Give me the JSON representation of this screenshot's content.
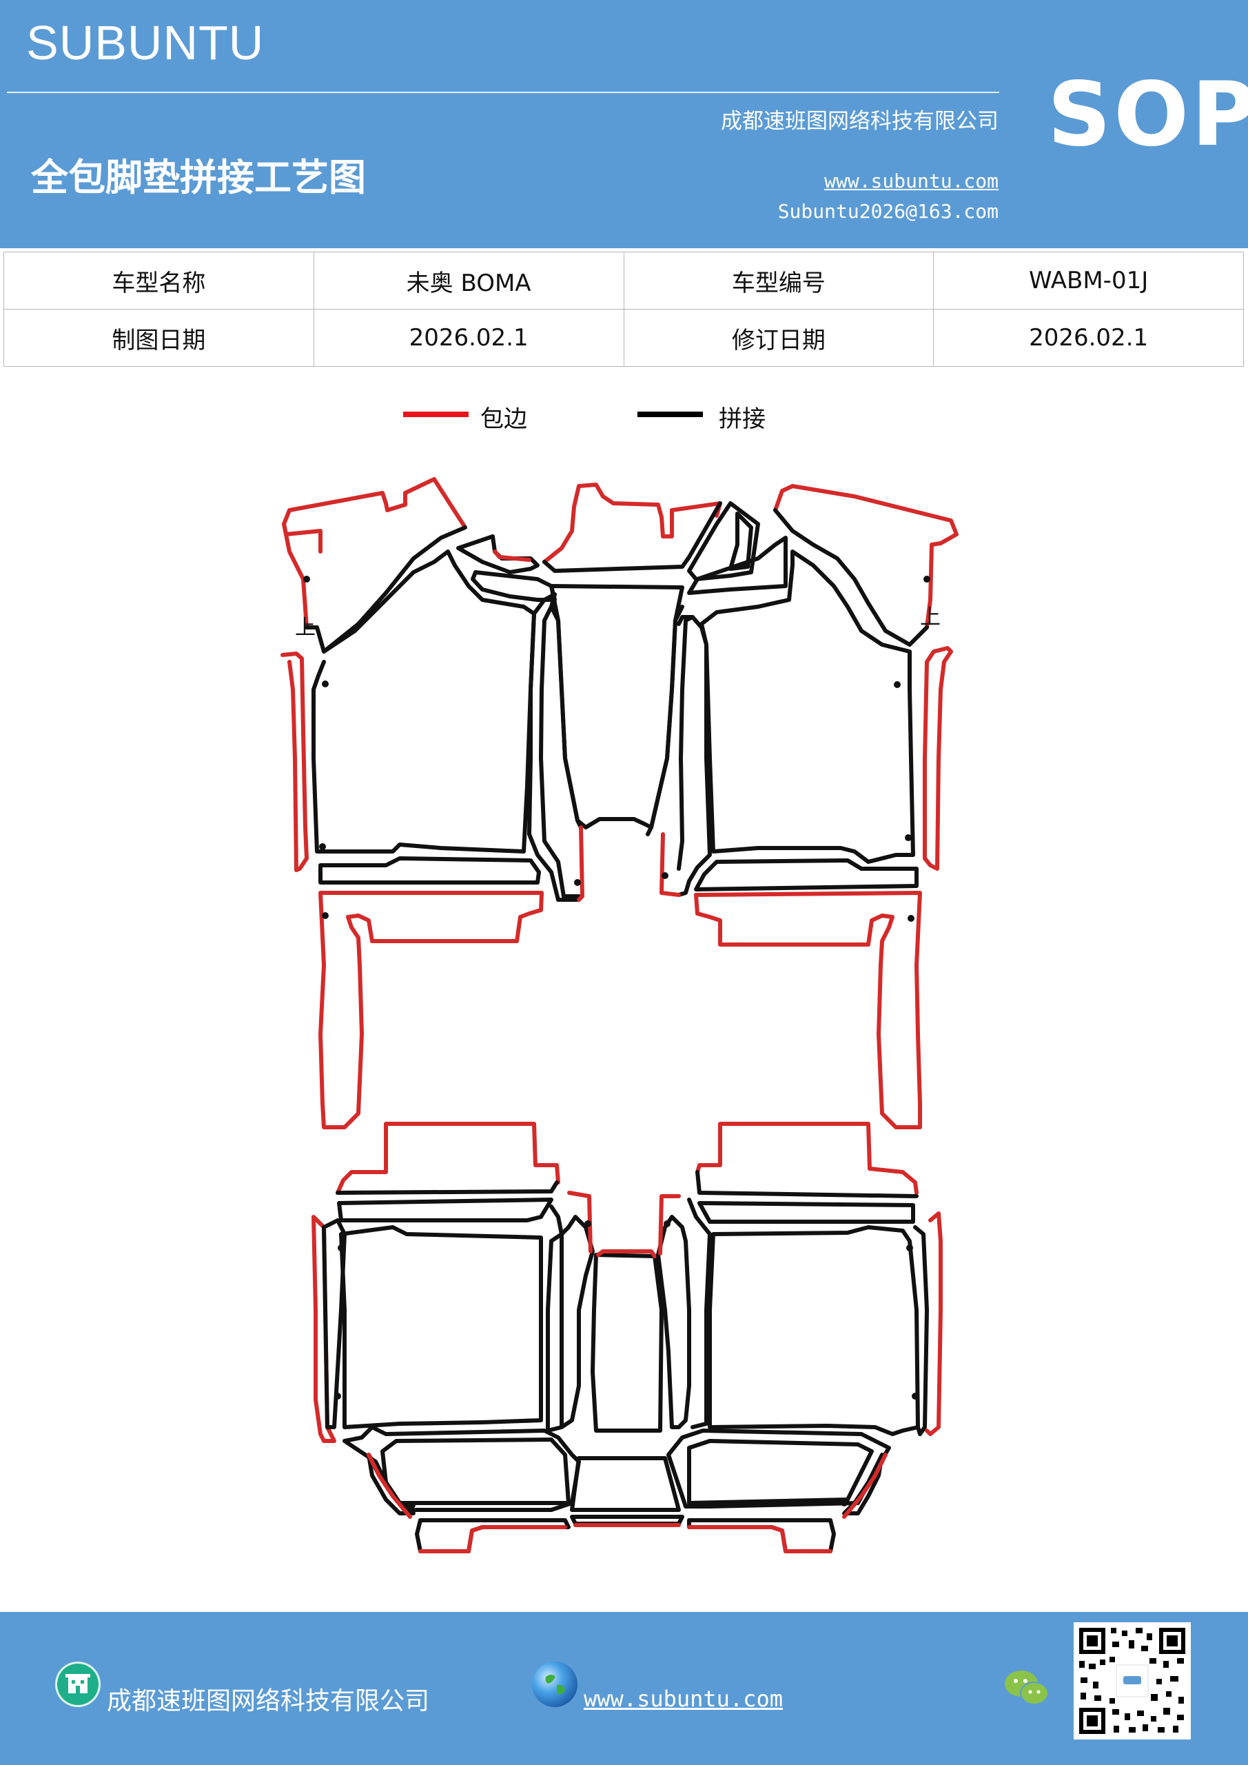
{
  "header": {
    "brand": "SUBUNTU",
    "sop": "SOP",
    "title": "全包脚垫拼接工艺图",
    "company": "成都速班图网络科技有限公司",
    "website": "www.subuntu.com",
    "email": "Subuntu2026@163.com"
  },
  "info_table": {
    "rows": [
      [
        "车型名称",
        "未奥 BOMA",
        "车型编号",
        "WABM-01J"
      ],
      [
        "制图日期",
        "2026.02.1",
        "修订日期",
        "2026.02.1"
      ]
    ]
  },
  "legend": [
    {
      "label": "包边",
      "color": "#e8141c"
    },
    {
      "label": "拼接",
      "color": "#000000"
    }
  ],
  "diagram": {
    "marker_left": "上",
    "marker_right": "上",
    "edge_color": "#d42a2a",
    "seam_color": "#111111"
  },
  "footer": {
    "company": "成都速班图网络科技有限公司",
    "website": "www.subuntu.com",
    "icons": [
      "building-icon",
      "globe-icon",
      "wechat-icon",
      "qr-code-icon"
    ]
  }
}
